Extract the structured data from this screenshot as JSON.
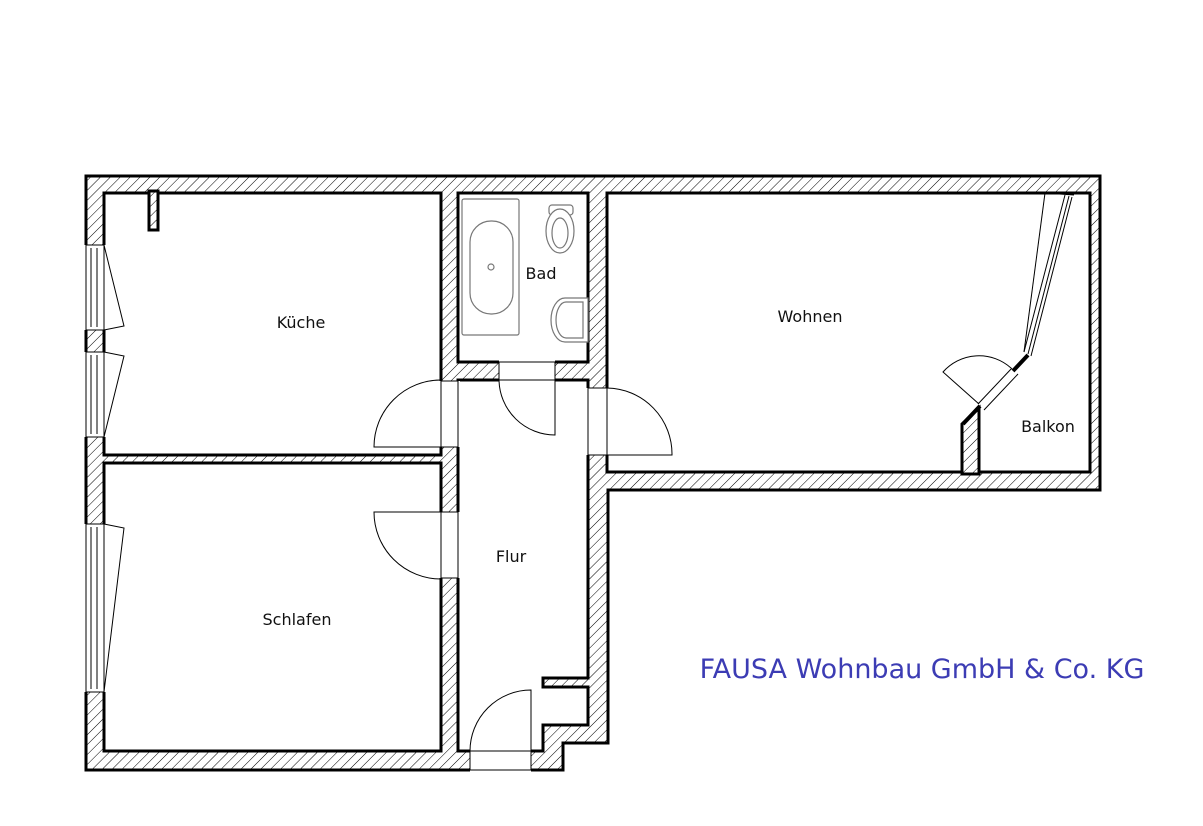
{
  "rooms": {
    "kitchen": "Küche",
    "bath": "Bad",
    "living": "Wohnen",
    "balcony": "Balkon",
    "hall": "Flur",
    "bedroom": "Schlafen"
  },
  "company": {
    "name": "FAUSA Wohnbau GmbH & Co. KG",
    "color": "#3c3cb4"
  },
  "colors": {
    "wall_line": "#000000",
    "hatch": "#000000",
    "fixture": "#777777"
  }
}
